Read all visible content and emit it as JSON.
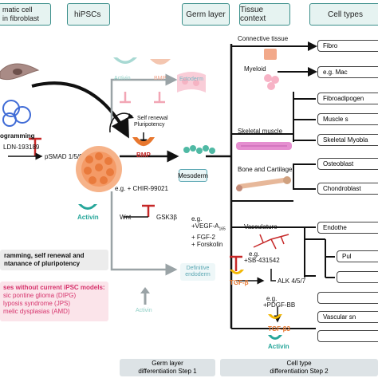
{
  "headers": {
    "somatic_line1": "matic cell",
    "somatic_line2": "in fibroblast",
    "hipscs": "hiPSCs",
    "germ_layer": "Germ layer",
    "tissue_context": "Tissue context",
    "cell_types": "Cell types"
  },
  "left": {
    "programming": "ogramming",
    "ldn": "LDN-193189",
    "psmad": "pSMAD 1/5/9",
    "activin": "Activin",
    "self_renewal_line1": "Self renewal",
    "self_renewal_line2": "Pluripotency"
  },
  "maintenance_box": {
    "line1": "ramming, self renewal and",
    "line2": "ntanance of pluripotency"
  },
  "disease_box": {
    "line1": "ses without current iPSC models:",
    "line2": "sic pontine glioma (DIPG)",
    "line3": "lyposis syndrome (JPS)",
    "line4": "melic dysplasias (AMD)"
  },
  "germ_layers": {
    "activin_top": "Activin",
    "bmp_top": "BMP",
    "ectoderm": "Ectoderm",
    "bmp_mid": "BMP",
    "chir": "e.g. + CHIR-99021",
    "mesoderm": "Mesoderm",
    "wnt": "Wnt",
    "gsk": "GSK3β",
    "definitive_line1": "Definitive",
    "definitive_line2": "endoderm",
    "activin_bottom": "Activin"
  },
  "factors": {
    "eg": "e.g.",
    "vegf": "+VEGF-A",
    "vegf_sub": "165",
    "fgf": "+ FGF-2",
    "forskolin": "+ Forskolin",
    "sb_eg": "e.g.",
    "sb": "+SB-431542",
    "tgfb": "TGF-β",
    "alk": "ALK 4/5/7",
    "pdgf_eg": "e.g.",
    "pdgf": "+PDGF-BB",
    "tgfb3": "TGF-β3",
    "activin_low": "Activin"
  },
  "tissues": {
    "connective": "Connective tissue",
    "myeloid": "Myeloid",
    "skeletal": "Skeletal muscle",
    "bone": "Bone and Cartilage",
    "vasculature": "Vasculature"
  },
  "cell_types": [
    "Fibro",
    "e.g. Mac",
    "Fibroadipogen",
    "Muscle s",
    "Skeletal Myobla",
    "Osteoblast",
    "Chondroblast",
    "Endothe",
    "Pul",
    "",
    "",
    "Vascular sn",
    ""
  ],
  "steps": {
    "germ_line1": "Germ layer",
    "germ_line2": "differentiation Step 1",
    "cell_line1": "Cell type",
    "cell_line2": "differentiation Step 2"
  },
  "colors": {
    "teal": "#3b8f8a",
    "header_fill": "#e6f3f1",
    "orange": "#e8772e",
    "red": "#c62828",
    "pink": "#d6336c",
    "green": "#26a69a",
    "yellow": "#f2b705"
  }
}
